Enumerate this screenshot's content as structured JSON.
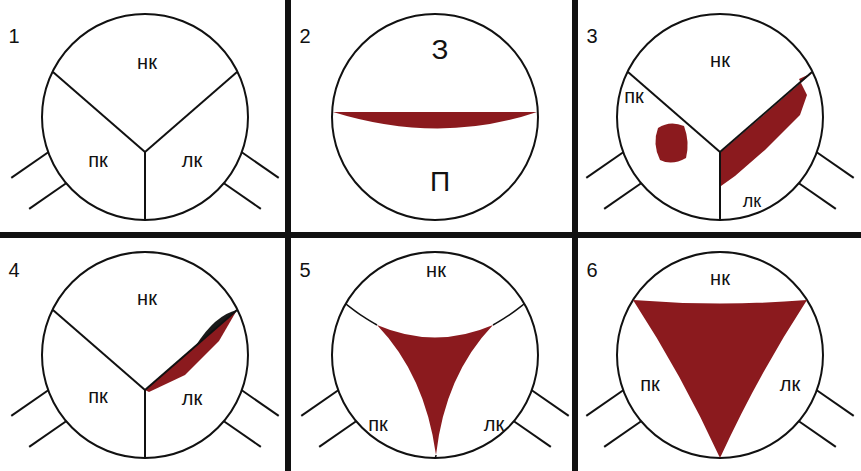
{
  "diagram": {
    "labels": [
      "1",
      "нк",
      "пк",
      "лк",
      "2",
      "З",
      "П",
      "3",
      "нк",
      "пк",
      "лк",
      "4",
      "нк",
      "пк",
      "лк",
      "5",
      "нк",
      "пк",
      "лк",
      "6",
      "нк",
      "пк",
      "лк"
    ]
  }
}
